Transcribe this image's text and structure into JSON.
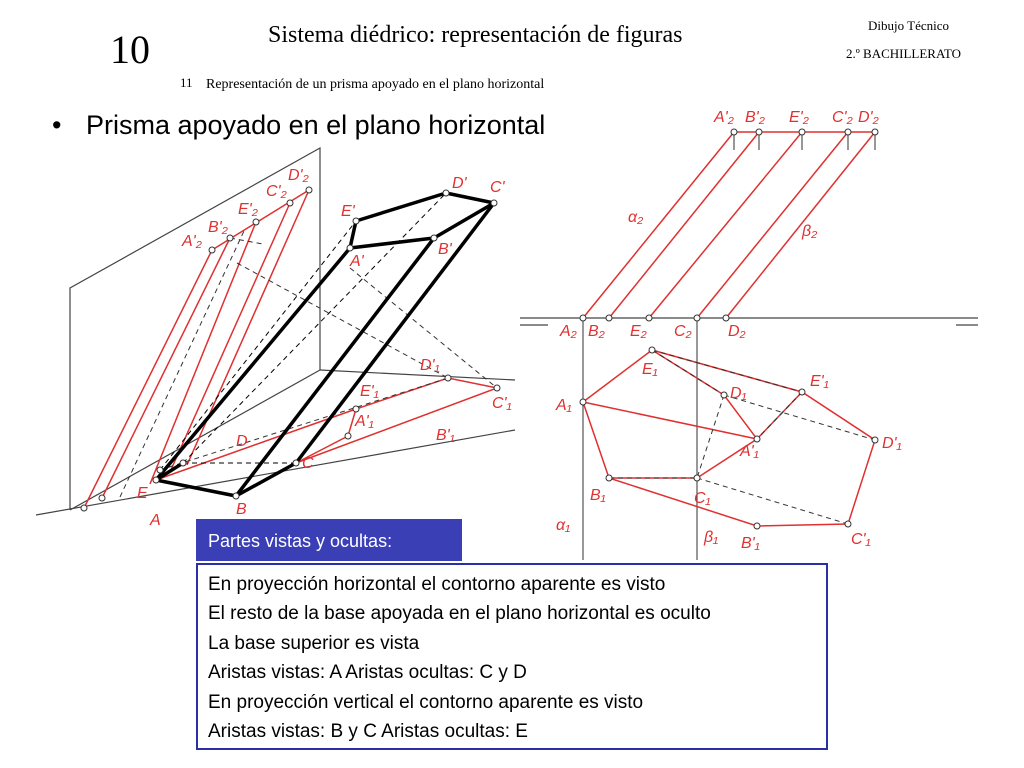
{
  "header": {
    "unit_number": "10",
    "title": "Sistema diédrico: representación de figuras",
    "subject": "Dibujo Técnico",
    "course": "2.º BACHILLERATO",
    "section_number": "11",
    "section_title": "Representación de un prisma apoyado en el plano horizontal"
  },
  "slide": {
    "bullet": "•",
    "heading": "Prisma apoyado en el plano horizontal"
  },
  "colors": {
    "red": "#e03030",
    "dark": "#000000",
    "header_box": "#3b3fb5",
    "notes_border": "#2b2fa6"
  },
  "labels": {
    "iso": {
      "A": "A",
      "B": "B",
      "C": "C",
      "D": "D",
      "E": "E",
      "Ap": "A'",
      "Bp": "B'",
      "Cp": "C'",
      "Dp": "D'",
      "Ep": "E'",
      "A1p": "A'₁",
      "B1p": "B'₁",
      "C1p": "C'₁",
      "D1p": "D'₁",
      "E1p": "E'₁",
      "A2p": "A'₂",
      "B2p": "B'₂",
      "C2p": "C'₂",
      "D2p": "D'₂",
      "E2p": "E'₂"
    },
    "ortho": {
      "A2p": "A'₂",
      "B2p": "B'₂",
      "E2p": "E'₂",
      "C2p": "C'₂",
      "D2p": "D'₂",
      "alpha2": "α₂",
      "beta2": "β₂",
      "A2": "A₂",
      "B2": "B₂",
      "E2": "E₂",
      "C2": "C₂",
      "D2": "D₂",
      "E1": "E₁",
      "A1": "A₁",
      "D1": "D₁",
      "E1p": "E'₁",
      "A1p": "A'₁",
      "D1p": "D'₁",
      "B1": "B₁",
      "C1": "C₁",
      "alpha1": "α₁",
      "beta1": "β₁",
      "B1p": "B'₁",
      "C1p": "C'₁"
    }
  },
  "notes": {
    "header": "Partes vistas y ocultas:",
    "lines": [
      "En proyección horizontal el contorno aparente es visto",
      "El resto de la base apoyada en el plano horizontal es oculto",
      "La base superior es vista",
      "Aristas vistas: A    Aristas ocultas: C y D",
      "En proyección vertical el contorno aparente es visto",
      "Aristas vistas: B y C    Aristas ocultas: E"
    ]
  }
}
